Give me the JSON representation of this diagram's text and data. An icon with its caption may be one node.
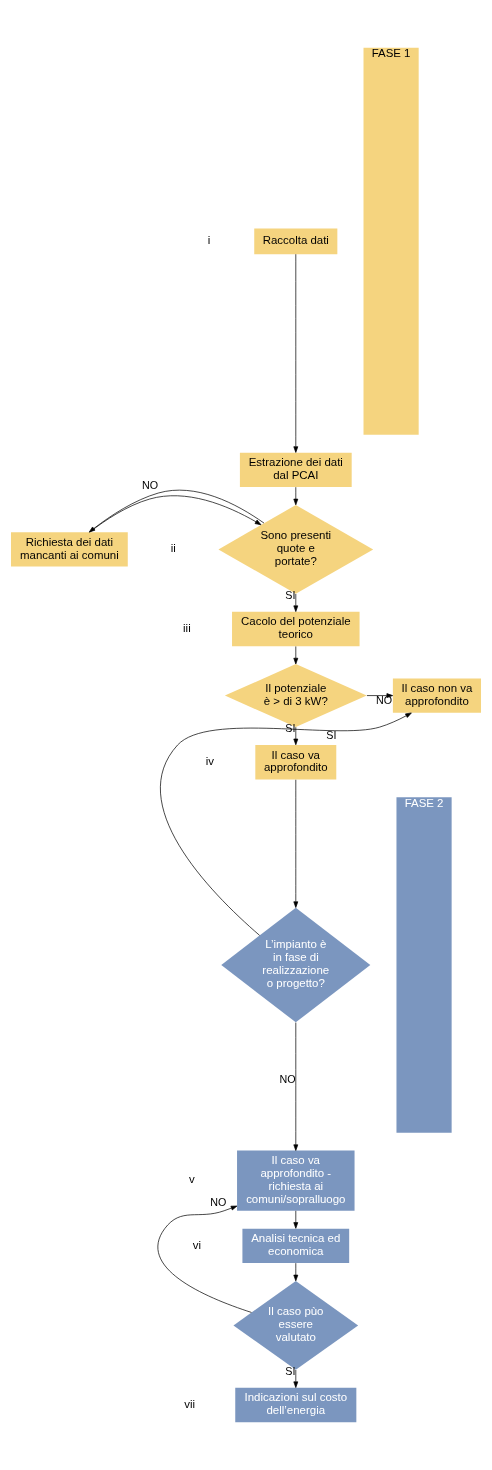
{
  "diagram": {
    "nodes": [
      {
        "text": [
          "Raccolta dati"
        ]
      },
      {
        "text": [
          "Estrazione dei dati dal PCAI"
        ]
      },
      {
        "text": [
          "Richiesta dei dati mancanti ai comuni"
        ]
      },
      {
        "text": [
          "Sono presenti quote e portate?"
        ]
      },
      {
        "text": [
          "Cacolo del potenziale teorico"
        ]
      },
      {
        "text": [
          "Il caso non va approfondito"
        ]
      },
      {
        "text": [
          "Il potenziale è > di 3 kW?"
        ]
      },
      {
        "text": [
          "Il caso va approfondito"
        ]
      },
      {
        "text": [
          "L’impianto è in fase di realizzazione o progetto?"
        ]
      },
      {
        "text": [
          "Il caso va approfondito - richiesta ai comuni/sopralluogo"
        ]
      },
      {
        "text": [
          "Analisi tecnica ed economica"
        ]
      },
      {
        "text": [
          "Il caso pùo essere valutato"
        ]
      },
      {
        "text": [
          "Indicazioni sul costo dell’energia"
        ]
      },
      {
        "text": [
          "FASE 1"
        ]
      },
      {
        "text": [
          "FASE 2"
        ]
      }
    ],
    "edges": [
      {
        "from": 0,
        "to": 1,
        "arrow": "to"
      },
      {
        "from": 1,
        "to": 3,
        "arrow": "to"
      },
      {
        "from": 2,
        "to": 3,
        "arrow": "to"
      },
      {
        "from": 3,
        "to": 2,
        "arrow": "to",
        "label": "NO"
      },
      {
        "from": 3,
        "to": 4,
        "arrow": "to",
        "label": "SI"
      },
      {
        "from": 4,
        "to": 6,
        "arrow": "to"
      },
      {
        "from": 6,
        "to": 5,
        "arrow": "to",
        "label": "NO"
      },
      {
        "from": 6,
        "to": 7,
        "arrow": "to",
        "label": "SI"
      },
      {
        "from": 7,
        "to": 8,
        "arrow": "to"
      },
      {
        "from": 8,
        "to": 5,
        "arrow": "to",
        "label": "SI"
      },
      {
        "from": 8,
        "to": 9,
        "arrow": "to",
        "label": "NO"
      },
      {
        "from": 9,
        "to": 10,
        "arrow": "to"
      },
      {
        "from": 10,
        "to": 11,
        "arrow": "to"
      },
      {
        "from": 11,
        "to": 9,
        "arrow": "to",
        "label": "NO"
      },
      {
        "from": 11,
        "to": 12,
        "arrow": "to",
        "label": "SI"
      }
    ],
    "labels": [
      "i",
      "ii",
      "iii",
      "iv",
      "v",
      "vi",
      "vii"
    ]
  }
}
